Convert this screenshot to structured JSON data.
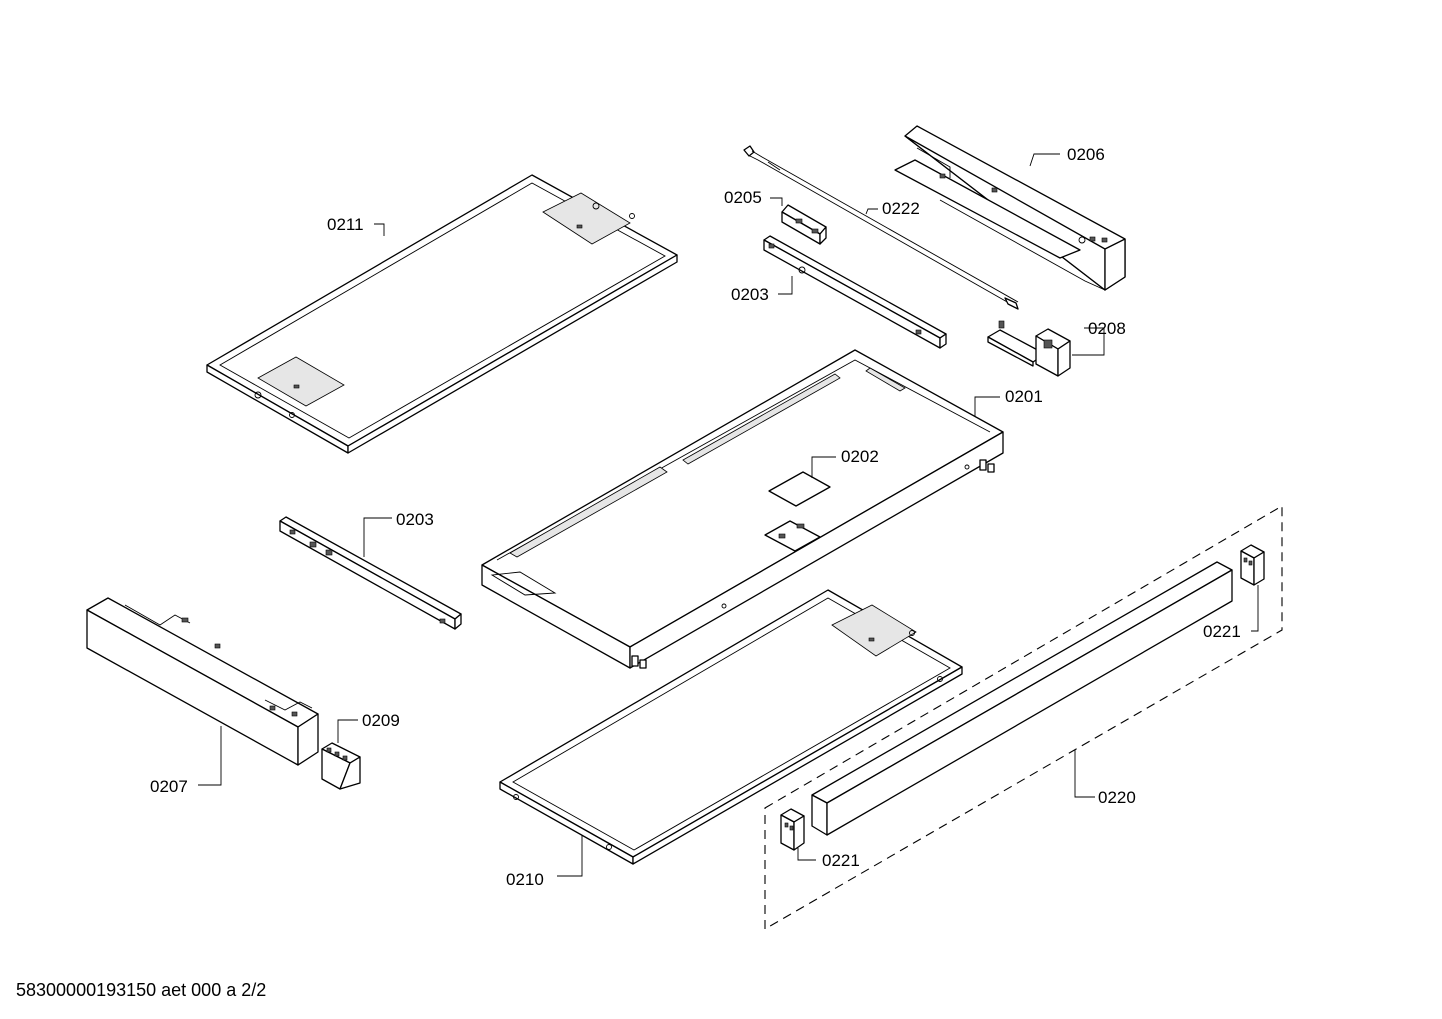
{
  "labels": {
    "p0211": "0211",
    "p0205": "0205",
    "p0222": "0222",
    "p0206": "0206",
    "p0203_top": "0203",
    "p0208": "0208",
    "p0201": "0201",
    "p0202": "0202",
    "p0203_mid": "0203",
    "p0209": "0209",
    "p0207": "0207",
    "p0210": "0210",
    "p0221_right": "0221",
    "p0220": "0220",
    "p0221_bottom": "0221"
  },
  "footer": {
    "document_id": "58300000193150 aet 000 a 2/2"
  }
}
